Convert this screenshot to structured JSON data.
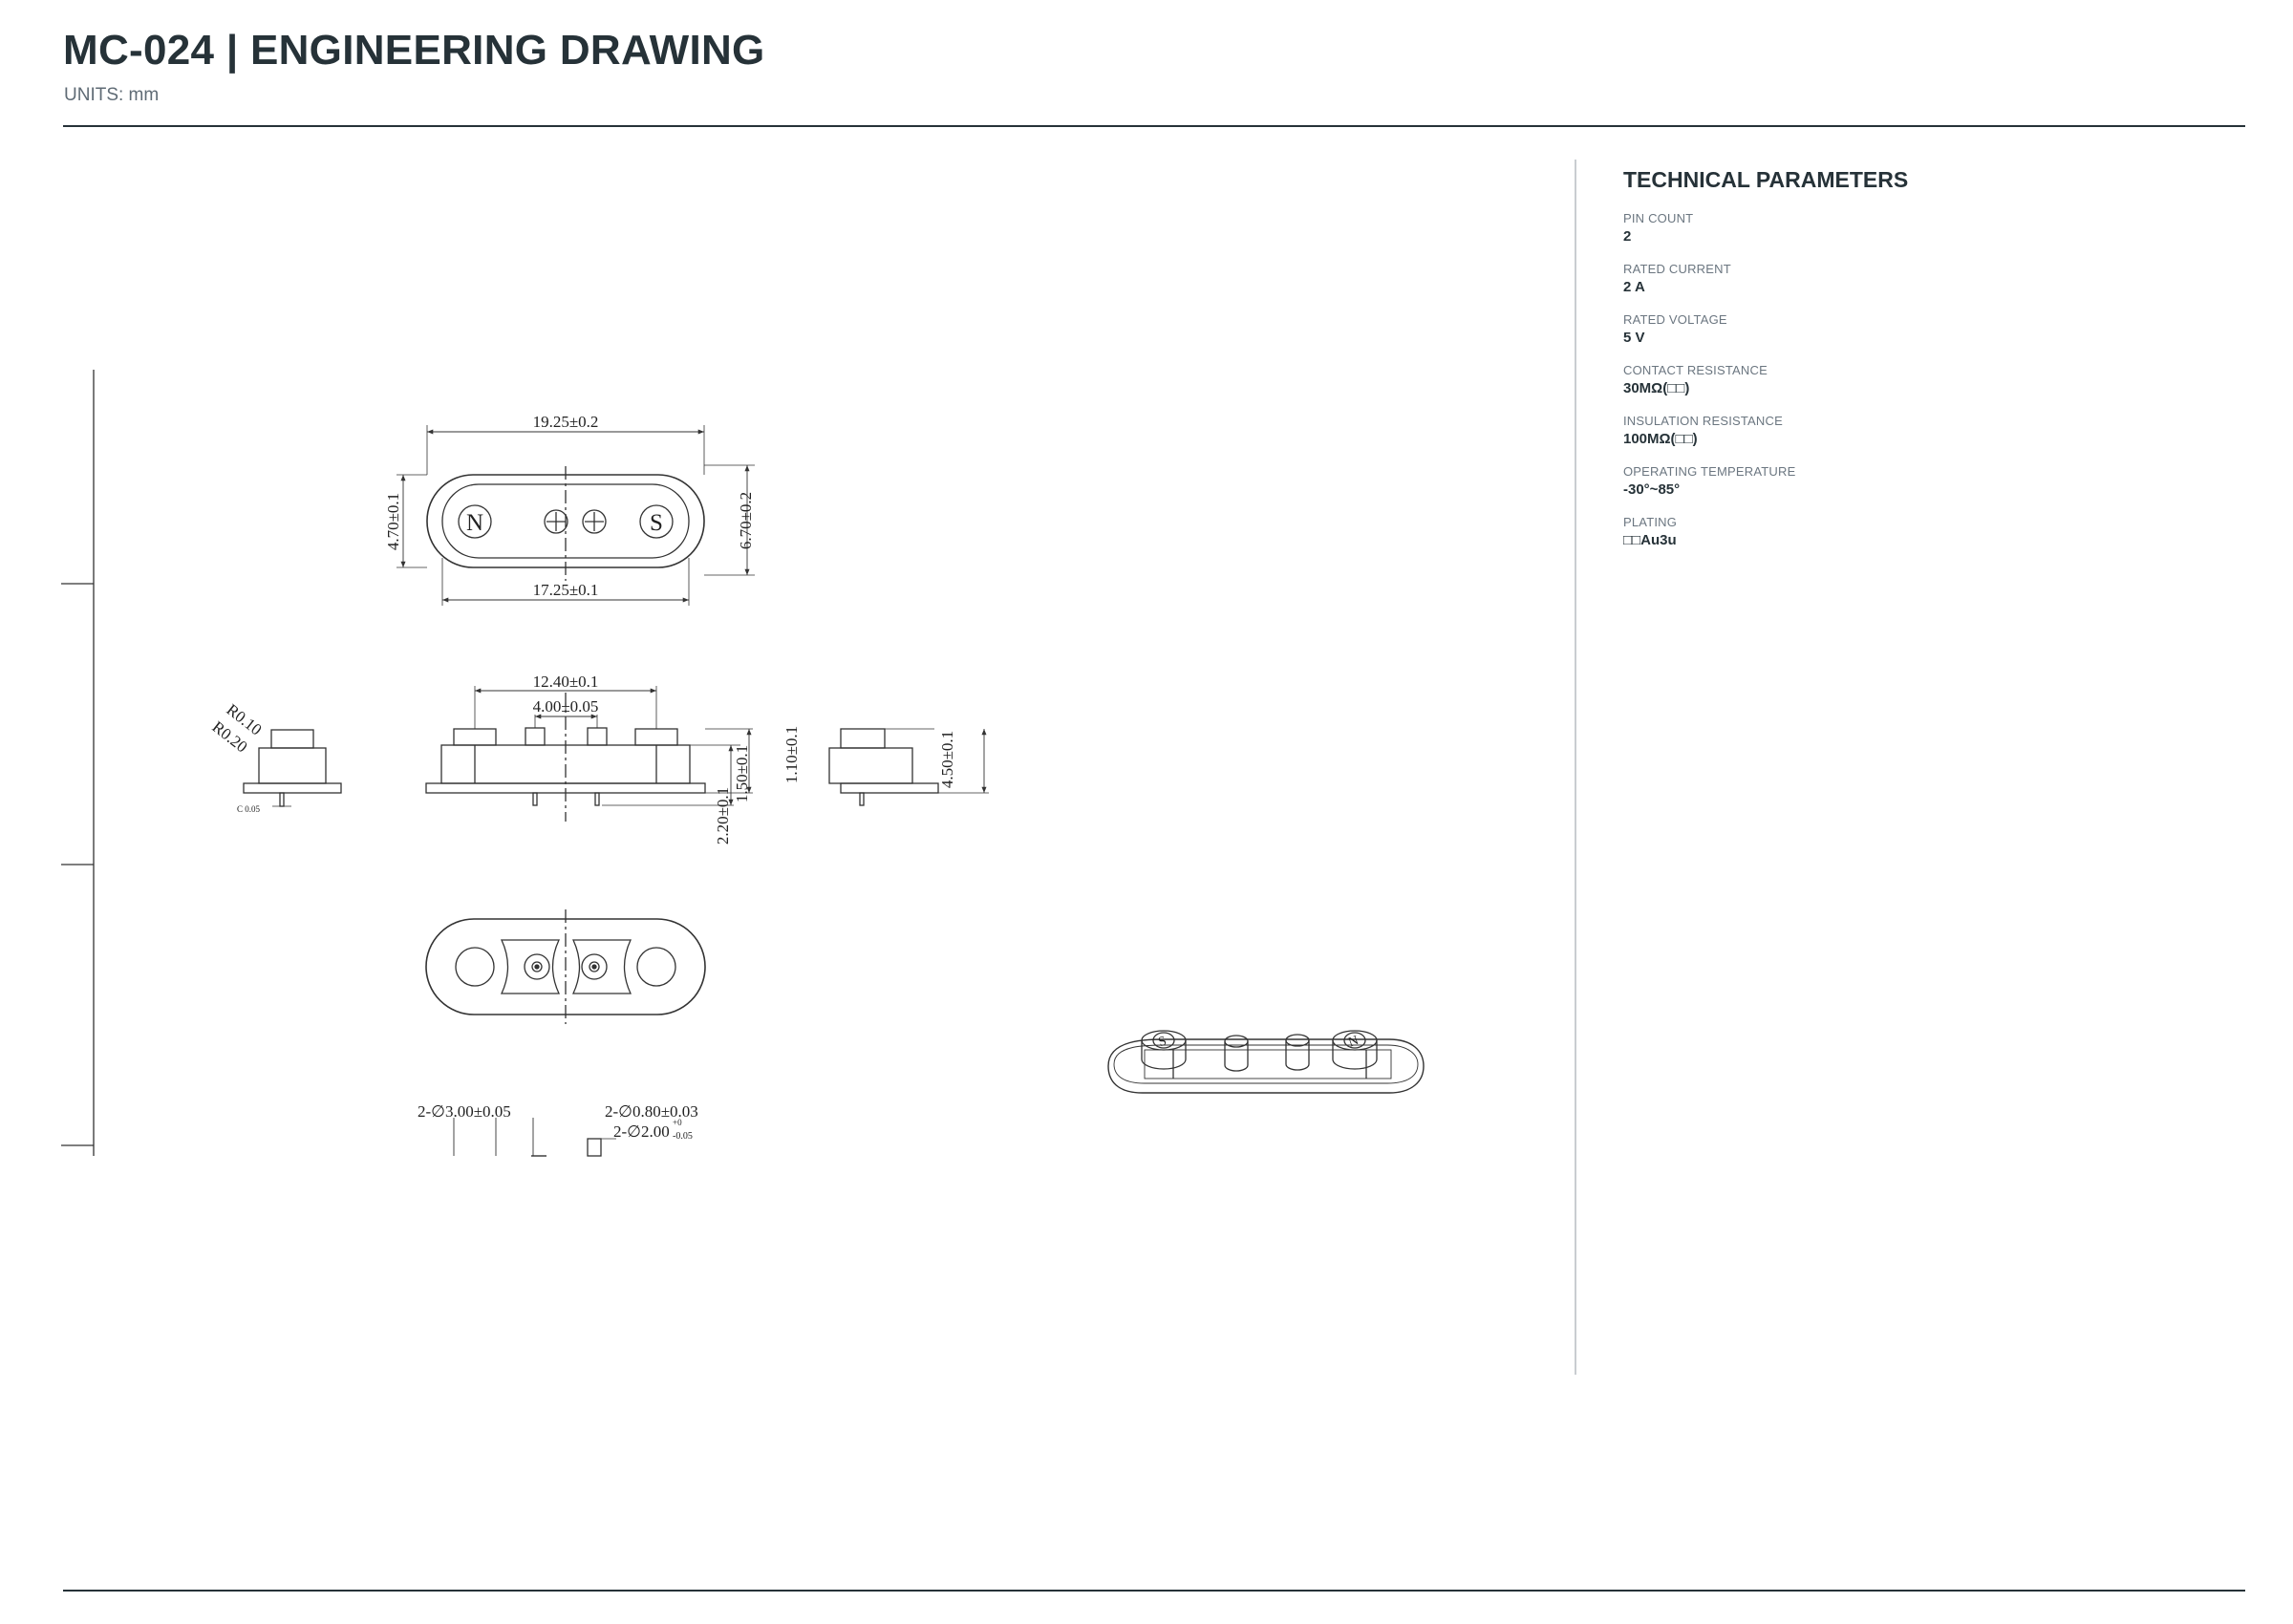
{
  "header": {
    "title": "MC-024  |  ENGINEERING DRAWING",
    "units": "UNITS: mm"
  },
  "drawing": {
    "dims": {
      "overall_length": "19.25±0.2",
      "inner_length": "17.25±0.1",
      "body_height": "4.70±0.1",
      "flange_width": "6.70±0.2",
      "pin_span": "12.40±0.1",
      "center_pitch": "4.00±0.05",
      "cap_height": "1.10±0.1",
      "body_thickness": "1.50±0.1",
      "tail_length": "2.20±0.1",
      "total_height": "4.50±0.1",
      "radius_outer": "R0.10",
      "radius_inner": "R0.20",
      "chamfer": "C 0.05",
      "hole_large": "2-∅3.00±0.05",
      "hole_pin": "2-∅0.80±0.03",
      "hole_small": "2-∅2.00",
      "tol_upper": "+0",
      "tol_lower": "-0.05"
    },
    "poles": {
      "north": "N",
      "south": "S"
    }
  },
  "params": {
    "heading": "TECHNICAL PARAMETERS",
    "items": [
      {
        "label": "PIN COUNT",
        "value": "2"
      },
      {
        "label": "RATED CURRENT",
        "value": "2 A"
      },
      {
        "label": "RATED VOLTAGE",
        "value": "5 V"
      },
      {
        "label": "CONTACT RESISTANCE",
        "value": "30MΩ(□□)"
      },
      {
        "label": "INSULATION RESISTANCE",
        "value": "100MΩ(□□)"
      },
      {
        "label": "OPERATING TEMPERATURE",
        "value": "-30°~85°"
      },
      {
        "label": "PLATING",
        "value": "□□Au3u"
      }
    ]
  }
}
